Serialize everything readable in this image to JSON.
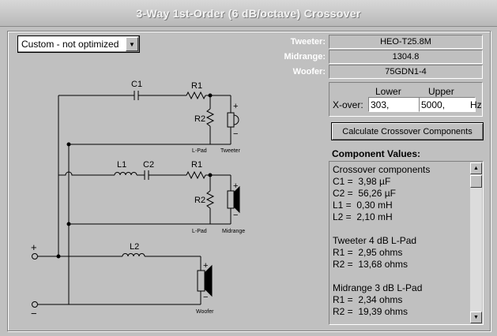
{
  "title": "3-Way 1st-Order (6 dB/octave) Crossover",
  "preset": {
    "selected": "Custom - not optimized"
  },
  "drivers": [
    {
      "label": "Tweeter:",
      "value": "HEO-T25.8M"
    },
    {
      "label": "Midrange:",
      "value": "1304.8"
    },
    {
      "label": "Woofer:",
      "value": "75GDN1-4"
    }
  ],
  "xover": {
    "label": "X-over:",
    "lower_header": "Lower",
    "upper_header": "Upper",
    "lower_value": "303,",
    "upper_value": "5000,",
    "unit": "Hz"
  },
  "calc_button": "Calculate Crossover Components",
  "component_values": {
    "title": "Component Values:",
    "lines": [
      "Crossover components",
      "C1 =  3,98 µF",
      "C2 =  56,26 µF",
      "L1 =  0,30 mH",
      "L2 =  2,10 mH",
      "",
      "Tweeter 4 dB L-Pad",
      "R1 =  2,95 ohms",
      "R2 =  13,68 ohms",
      "",
      "Midrange 3 dB L-Pad",
      "R1 =  2,34 ohms",
      "R2 =  19,39 ohms"
    ]
  },
  "schematic": {
    "C1": "C1",
    "R1a": "R1",
    "R2a": "R2",
    "lpad1": "L-Pad",
    "tweeter": "Tweeter",
    "L1": "L1",
    "C2": "C2",
    "R1b": "R1",
    "R2b": "R2",
    "lpad2": "L-Pad",
    "midrange": "Midrange",
    "L2": "L2",
    "woofer": "Woofer",
    "plus": "+",
    "minus": "−"
  }
}
